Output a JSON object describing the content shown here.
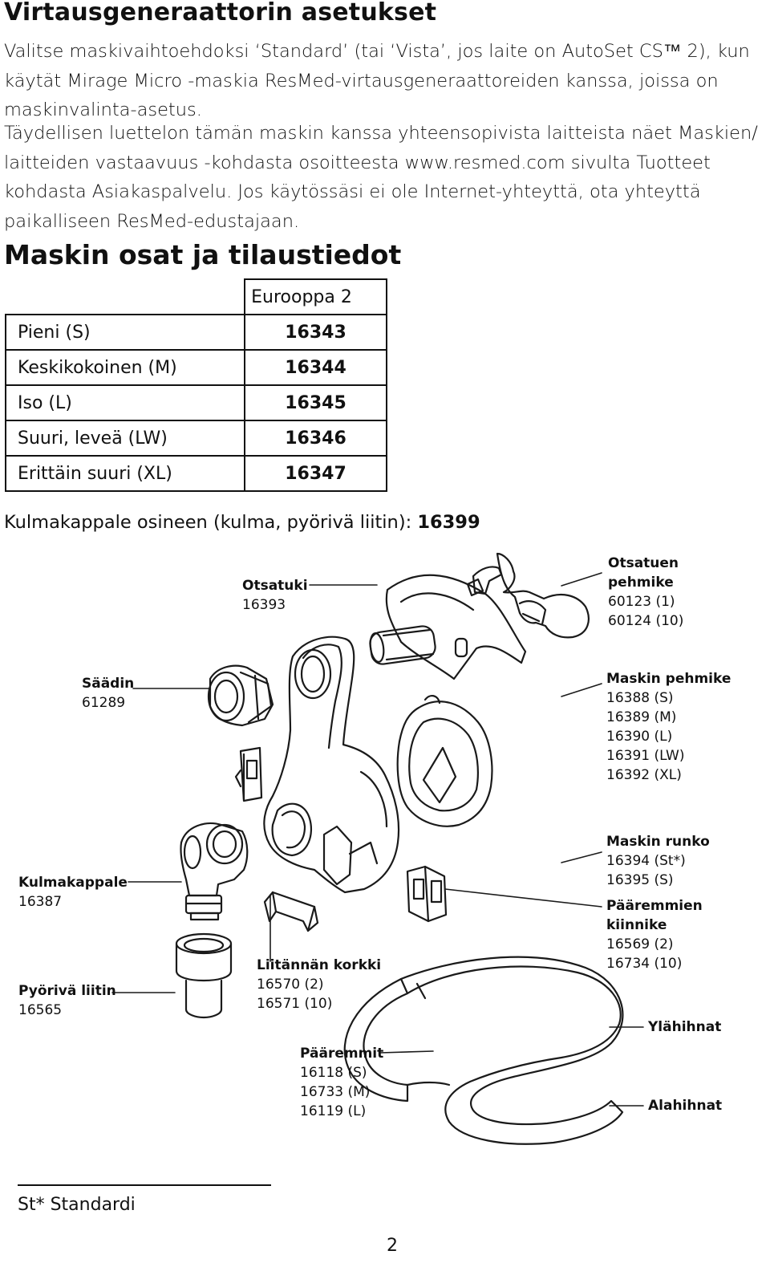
{
  "section1": {
    "title": "Virtausgeneraattorin asetukset",
    "para1": [
      "Valitse maskivaihtoehdoksi ‘Standard’ (tai ‘Vista’, jos laite on AutoSet CS™ 2), kun",
      "käytät Mirage Micro -maskia ResMed-virtausgeneraattoreiden kanssa, joissa on",
      "maskinvalinta-asetus."
    ],
    "para2": [
      "Täydellisen luettelon tämän maskin kanssa yhteensopivista laitteista näet Maskien/",
      "laitteiden vastaavuus -kohdasta osoitteesta www.resmed.com sivulta Tuotteet",
      "kohdasta Asiakaspalvelu. Jos käytössäsi ei ole Internet-yhteyttä, ota yhteyttä",
      "paikalliseen ResMed-edustajaan."
    ]
  },
  "section2": {
    "title": "Maskin osat ja tilaustiedot",
    "table": {
      "column_header": "Eurooppa 2",
      "rows": [
        {
          "size": "Pieni (S)",
          "code": "16343"
        },
        {
          "size": "Keskikokoinen (M)",
          "code": "16344"
        },
        {
          "size": "Iso (L)",
          "code": "16345"
        },
        {
          "size": "Suuri, leveä (LW)",
          "code": "16346"
        },
        {
          "size": "Erittäin suuri (XL)",
          "code": "16347"
        }
      ]
    },
    "elbow_text": "Kulmakappale osineen (kulma, pyörivä liitin): ",
    "elbow_code": "16399"
  },
  "parts": {
    "otsatuki": {
      "title": "Otsatuki",
      "codes": [
        "16393"
      ]
    },
    "otsatuen_pehmike": {
      "title": [
        "Otsatuen",
        "pehmike"
      ],
      "codes": [
        "60123  (1)",
        "60124  (10)"
      ]
    },
    "saadin": {
      "title": "Säädin",
      "codes": [
        "61289"
      ]
    },
    "maskin_pehmike": {
      "title": "Maskin pehmike",
      "codes": [
        "16388 (S)",
        "16389 (M)",
        "16390 (L)",
        "16391 (LW)",
        "16392 (XL)"
      ]
    },
    "maskin_runko": {
      "title": "Maskin runko",
      "codes": [
        "16394 (St*)",
        "16395 (S)"
      ]
    },
    "kulmakappale": {
      "title": "Kulmakappale",
      "codes": [
        "16387"
      ]
    },
    "paaremmien_kiinnike": {
      "title": [
        "Pääremmien",
        "kiinnike"
      ],
      "codes": [
        "16569  (2)",
        "16734  (10)"
      ]
    },
    "liitannan_korkki": {
      "title": "Liitännän korkki",
      "codes": [
        "16570  (2)",
        "16571  (10)"
      ]
    },
    "pyoriva_liitin": {
      "title": "Pyörivä liitin",
      "codes": [
        "16565"
      ]
    },
    "ylahihnat": {
      "title": "Ylähihnat"
    },
    "paaremmit": {
      "title": "Pääremmit",
      "codes": [
        "16118 (S)",
        "16733 (M)",
        "16119 (L)"
      ]
    },
    "alahihnat": {
      "title": "Alahihnat"
    }
  },
  "footnote": "St* Standardi",
  "page_number": "2"
}
